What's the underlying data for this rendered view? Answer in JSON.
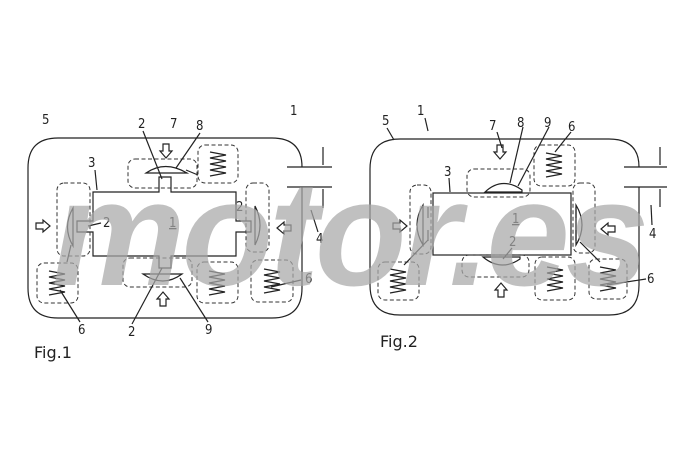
{
  "watermark": "motor.es",
  "figures": [
    {
      "caption": "Fig.1",
      "labels": [
        "5",
        "1",
        "2",
        "7",
        "8",
        "3",
        "2",
        "1",
        "2",
        "4",
        "6",
        "6",
        "2",
        "9"
      ]
    },
    {
      "caption": "Fig.2",
      "labels": [
        "5",
        "1",
        "7",
        "8",
        "9",
        "6",
        "3",
        "1",
        "2",
        "4",
        "6"
      ]
    }
  ]
}
